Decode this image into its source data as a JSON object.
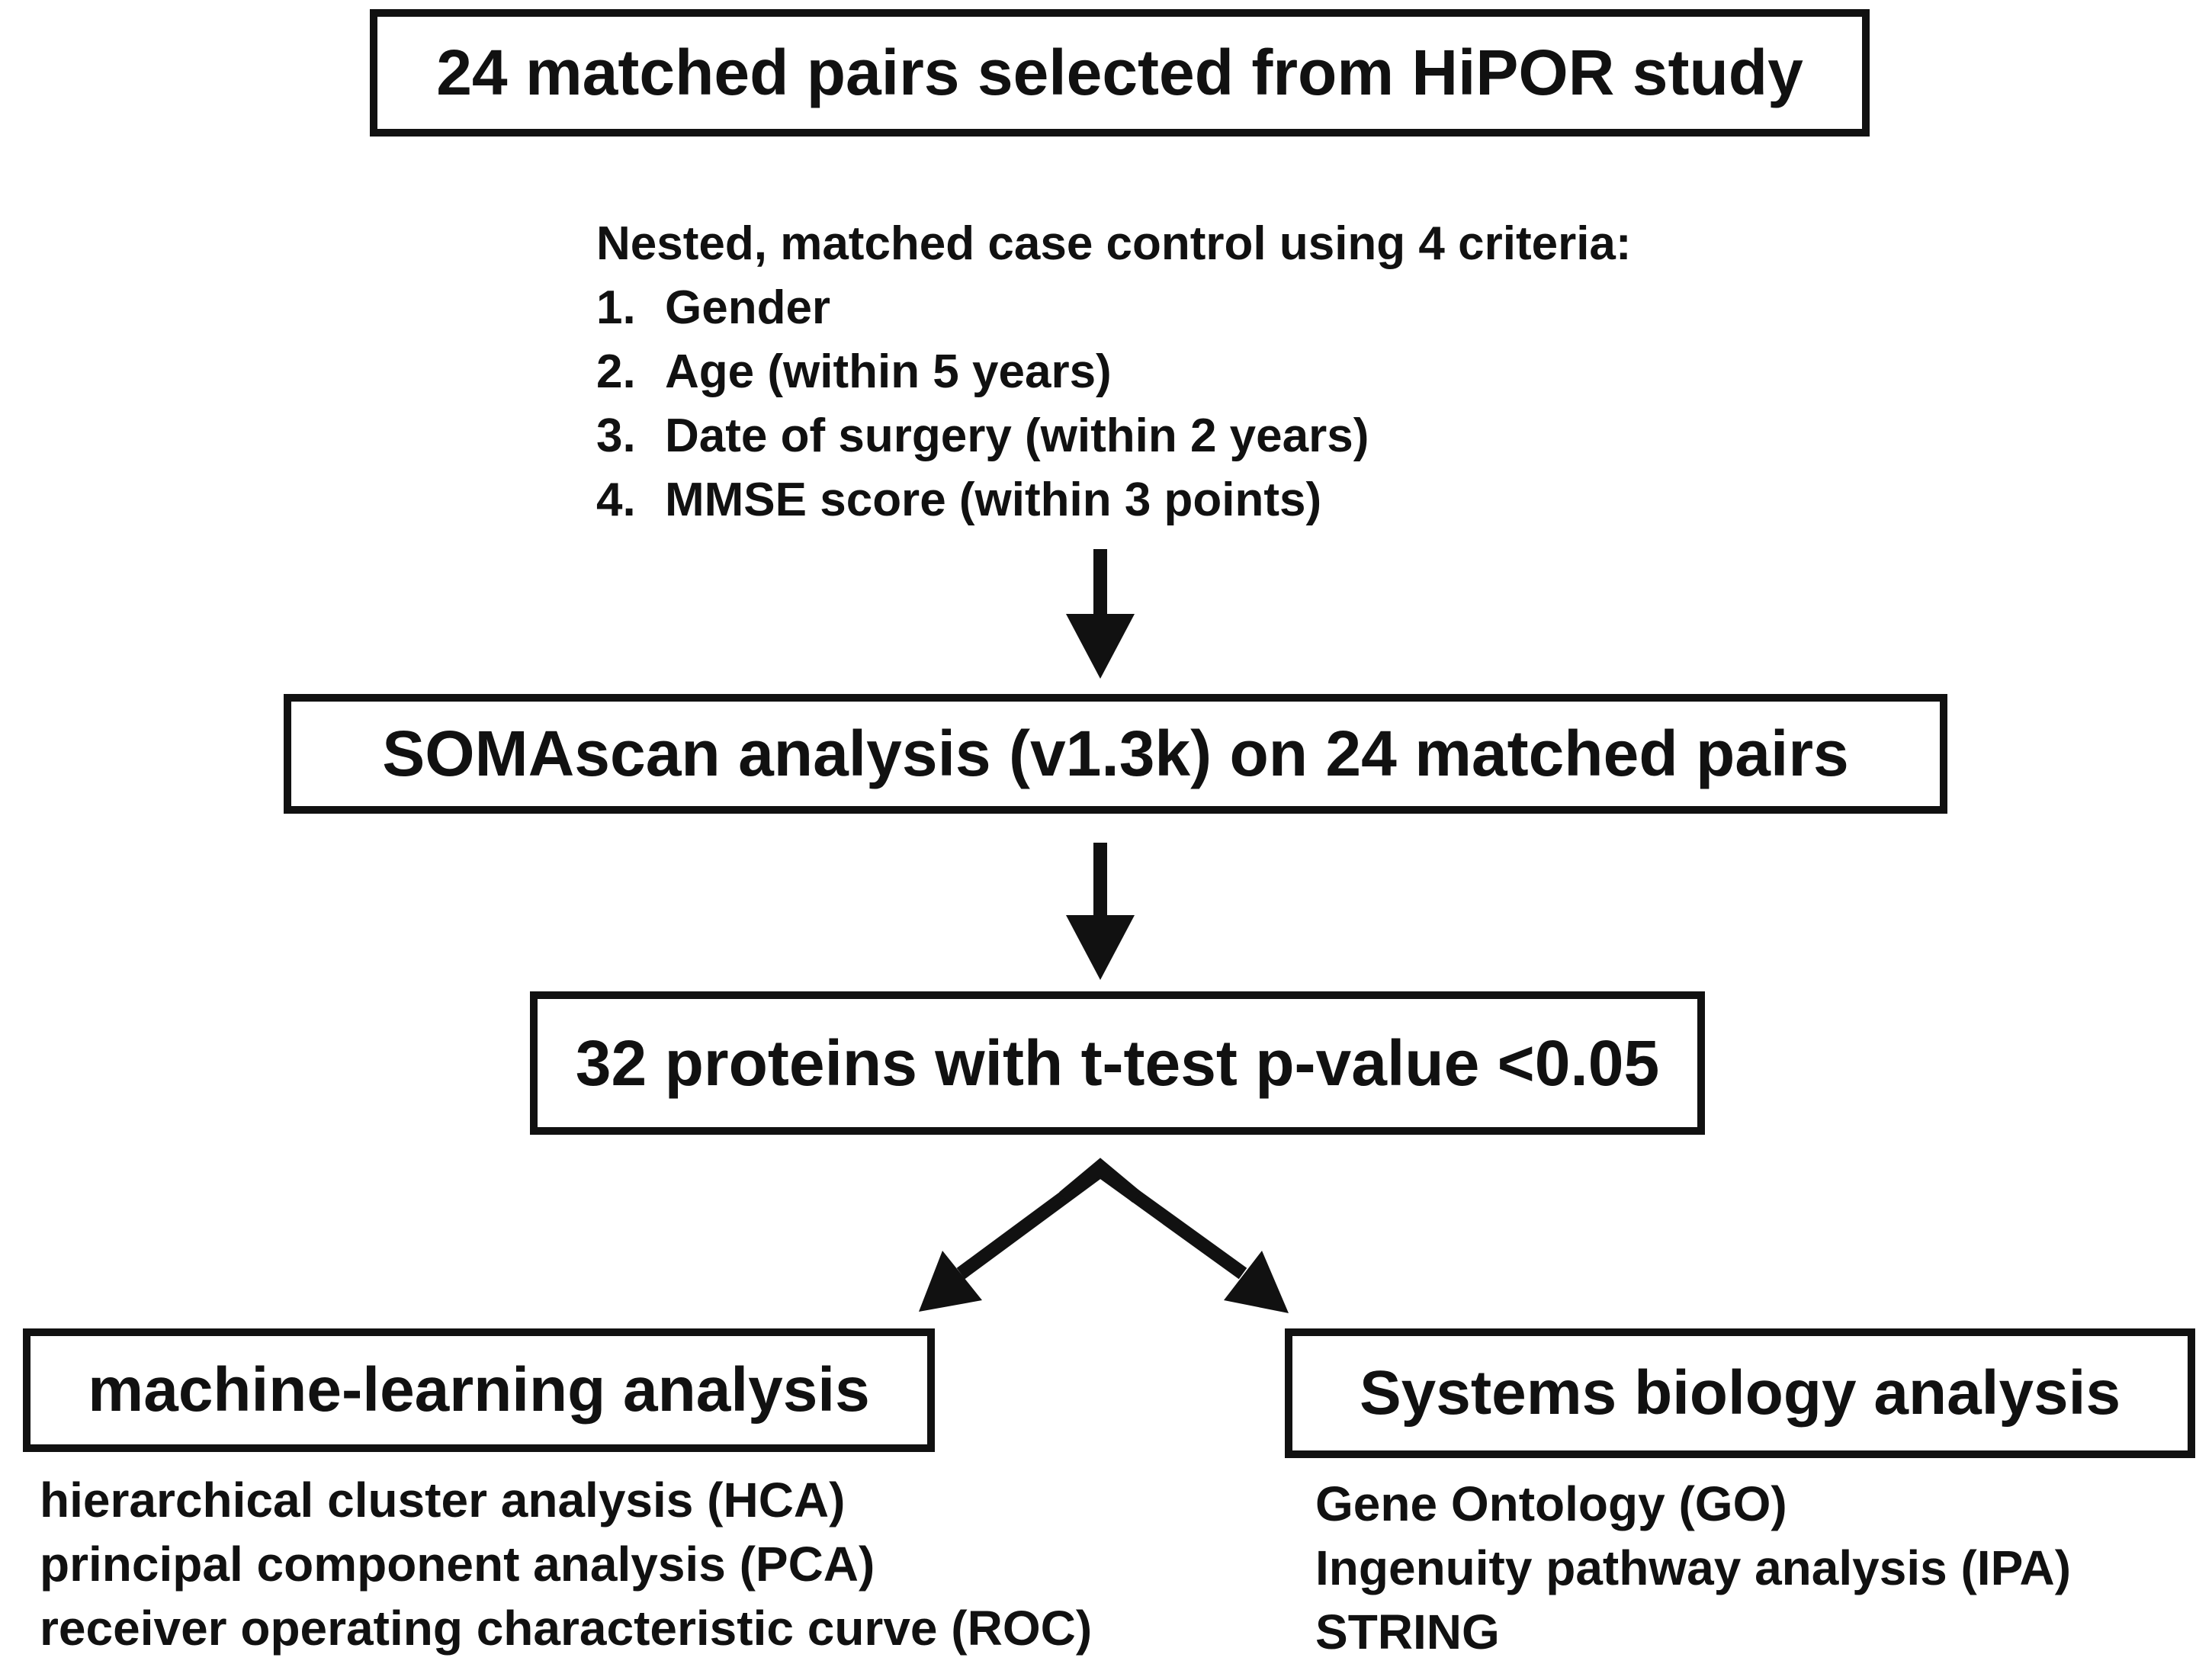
{
  "boxes": {
    "top": "24 matched pairs selected from HiPOR study",
    "somascan": "SOMAscan analysis (v1.3k) on 24 matched pairs",
    "proteins": "32 proteins with t-test p-value <0.05",
    "machine_learning": "machine-learning analysis",
    "systems_biology": "Systems biology analysis"
  },
  "criteria": {
    "heading": "Nested, matched case control using 4 criteria:",
    "items": [
      {
        "num": "1.",
        "text": "Gender"
      },
      {
        "num": "2.",
        "text": "Age (within 5 years)"
      },
      {
        "num": "3.",
        "text": "Date of surgery (within 2 years)"
      },
      {
        "num": "4.",
        "text": "MMSE score (within 3 points)"
      }
    ]
  },
  "machine_learning_methods": [
    "hierarchical cluster analysis (HCA)",
    "principal component analysis (PCA)",
    "receiver operating characteristic curve (ROC)"
  ],
  "systems_biology_methods": [
    "Gene Ontology (GO)",
    "Ingenuity pathway analysis (IPA)",
    "STRING"
  ]
}
